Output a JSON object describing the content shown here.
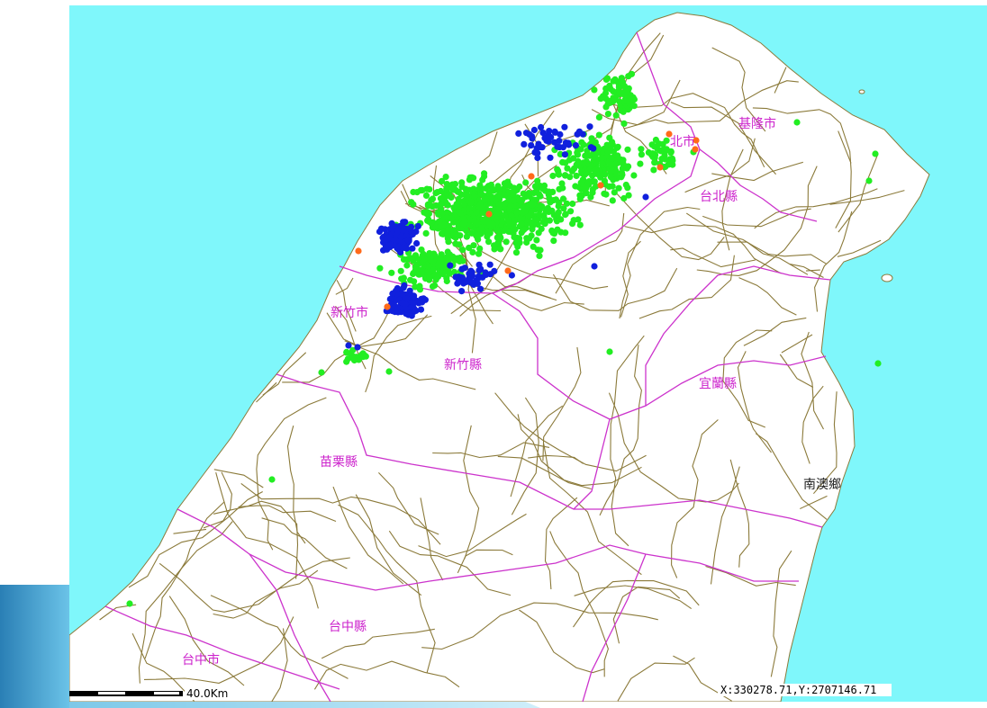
{
  "map": {
    "background_color": "#7ff7fb",
    "land_color": "#ffffff",
    "town_boundary_color": "#8b7a3a",
    "county_boundary_color": "#cc33cc",
    "label_color": "#cc22cc",
    "labels": [
      {
        "text": "基隆市"
      },
      {
        "text": "北市"
      },
      {
        "text": "台北縣"
      },
      {
        "text": "新竹市"
      },
      {
        "text": "新竹縣"
      },
      {
        "text": "宜蘭縣"
      },
      {
        "text": "苗栗縣"
      },
      {
        "text": "南澳鄉"
      },
      {
        "text": "台中縣"
      },
      {
        "text": "台中市"
      }
    ],
    "point_categories": [
      {
        "color": "#22ee22",
        "icon": "green-dot"
      },
      {
        "color": "#1020dd",
        "icon": "blue-dot"
      },
      {
        "color": "#ff6a1a",
        "icon": "orange-dot"
      }
    ]
  },
  "scale_bar": {
    "label": "40.0Km"
  },
  "coordinate_readout": {
    "text": "X:330278.71,Y:2707146.71"
  }
}
